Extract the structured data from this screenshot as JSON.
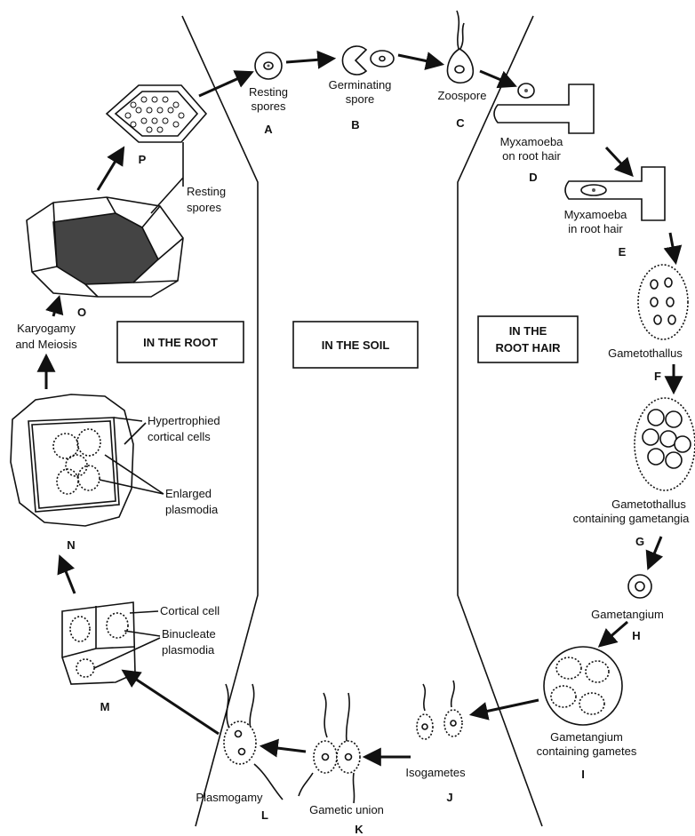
{
  "regions": {
    "root": "IN THE ROOT",
    "soil": "IN THE SOIL",
    "root_hair_1": "IN THE",
    "root_hair_2": "ROOT HAIR"
  },
  "stages": {
    "A": {
      "line1": "Resting",
      "line2": "spores",
      "letter": "A"
    },
    "B": {
      "line1": "Germinating",
      "line2": "spore",
      "letter": "B"
    },
    "C": {
      "line1": "Zoospore",
      "letter": "C"
    },
    "D": {
      "line1": "Myxamoeba",
      "line2": "on root hair",
      "letter": "D"
    },
    "E": {
      "line1": "Myxamoeba",
      "line2": "in root hair",
      "letter": "E"
    },
    "F": {
      "line1": "Gametothallus",
      "letter": "F"
    },
    "G": {
      "line1": "Gametothallus",
      "line2": "containing gametangia",
      "letter": "G"
    },
    "H": {
      "line1": "Gametangium",
      "letter": "H"
    },
    "I": {
      "line1": "Gametangium",
      "line2": "containing gametes",
      "letter": "I"
    },
    "J": {
      "line1": "Isogametes",
      "letter": "J"
    },
    "K": {
      "line1": "Gametic union",
      "letter": "K"
    },
    "L": {
      "line1": "Plasmogamy",
      "letter": "L"
    },
    "M": {
      "line1": "Cortical cell",
      "line2": "Binucleate",
      "line3": "plasmodia",
      "letter": "M"
    },
    "N": {
      "line1": "Hypertrophied",
      "line2": "cortical cells",
      "line3": "Enlarged",
      "line4": "plasmodia",
      "letter": "N"
    },
    "O": {
      "line1": "Karyogamy",
      "line2": "and Meiosis",
      "letter": "O"
    },
    "P": {
      "line1": "Resting",
      "line2": "spores",
      "letter": "P"
    }
  }
}
